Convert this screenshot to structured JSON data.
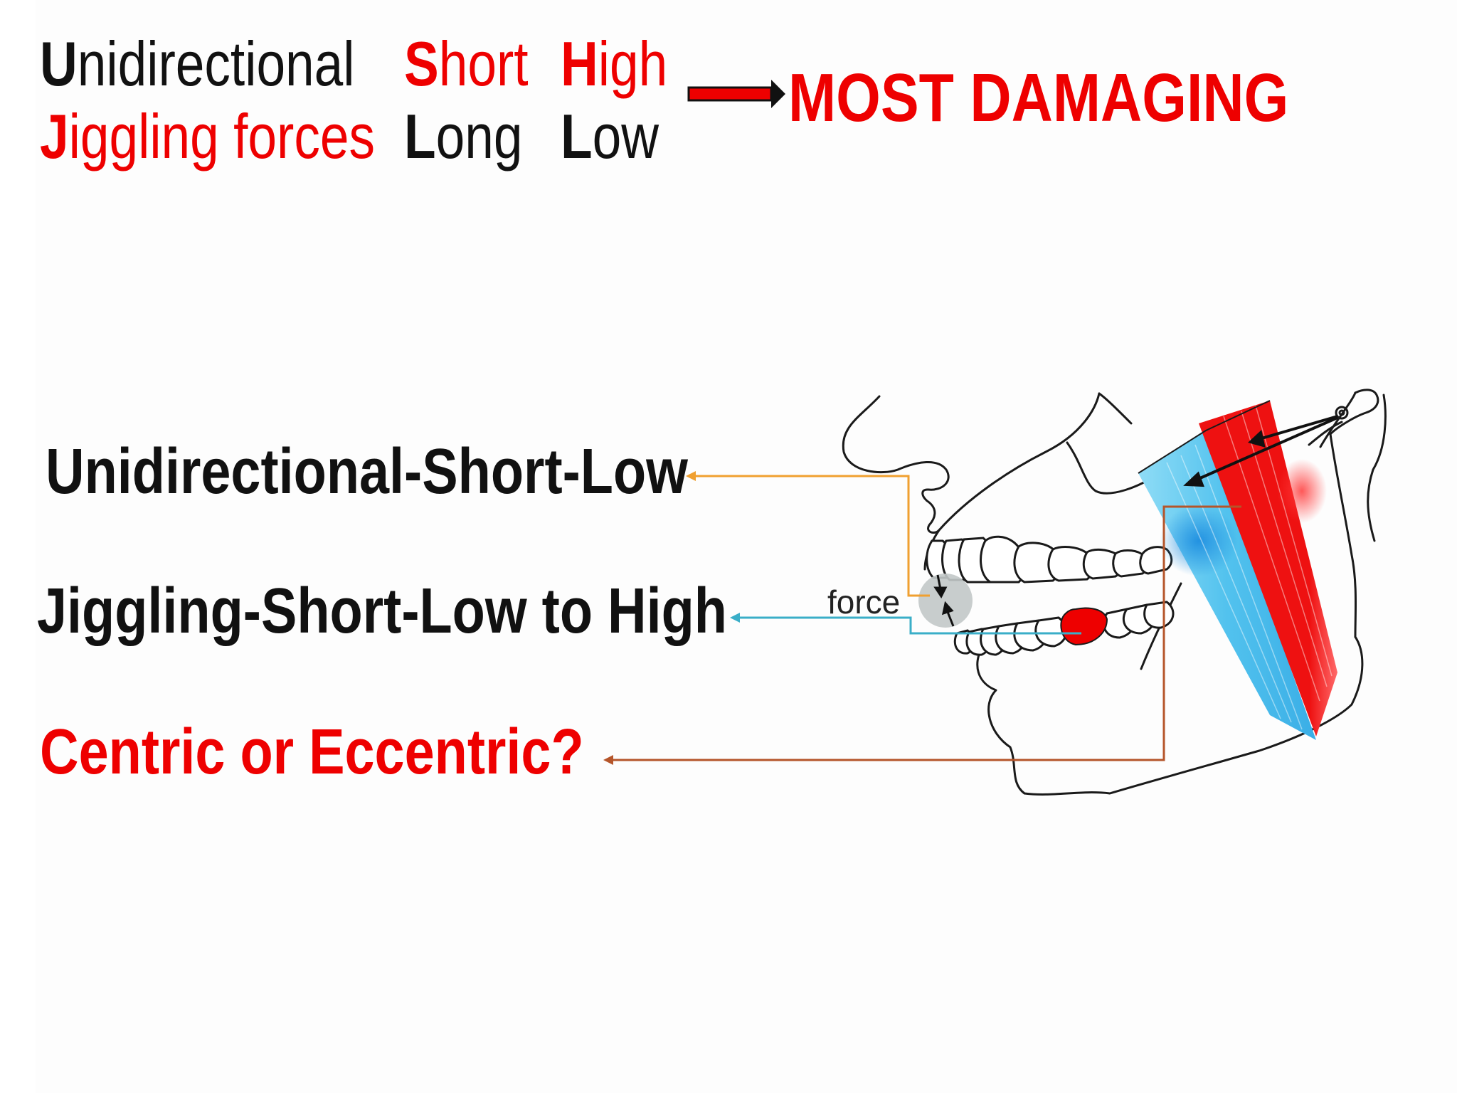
{
  "header": {
    "row1": {
      "col1_initial": "U",
      "col1_rest": "nidirectional",
      "col2_initial": "S",
      "col2_rest": "hort",
      "col3_initial": "H",
      "col3_rest": "igh"
    },
    "row2": {
      "col1_initial": "J",
      "col1_rest": "iggling forces",
      "col2_initial": "L",
      "col2_rest": "ong",
      "col3_initial": "L",
      "col3_rest": "ow"
    },
    "result": "MOST DAMAGING"
  },
  "labels": {
    "unidirectional": "Unidirectional-Short-Low",
    "jiggling": "Jiggling-Short-Low to High",
    "centric": "Centric or Eccentric?"
  },
  "diagram": {
    "force_label": "force"
  },
  "colors": {
    "red": "#ee0000",
    "black": "#111111",
    "orange_connector": "#f0a030",
    "teal_connector": "#3aaec8",
    "brown_connector": "#b5552a",
    "muscle_blue": "#55c4f0",
    "muscle_red": "#ee1111"
  }
}
